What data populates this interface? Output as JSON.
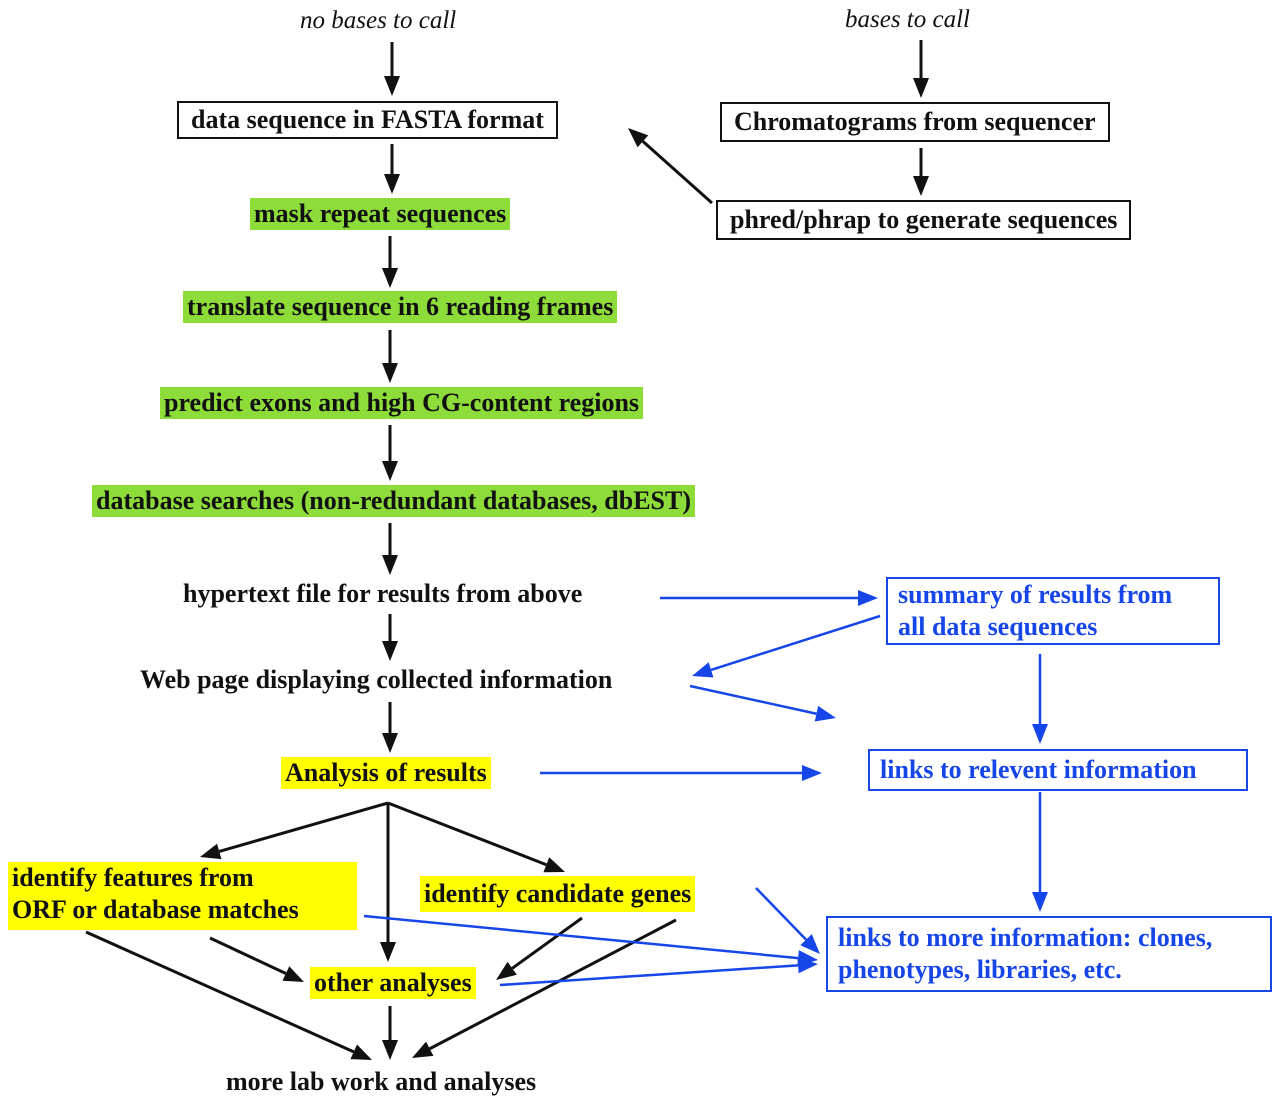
{
  "headers": {
    "left": "no bases to call",
    "right": "bases to call"
  },
  "nodes": {
    "fasta": "data sequence in FASTA format",
    "chromatograms": "Chromatograms from sequencer",
    "phred": "phred/phrap to generate sequences",
    "mask": "mask repeat sequences",
    "translate": "translate sequence in 6 reading frames",
    "predict": "predict exons and high CG-content regions",
    "dbsearch": "database searches (non-redundant databases, dbEST)",
    "hypertext": "hypertext file for results from above",
    "webpage": "Web page displaying collected information",
    "analysis": "Analysis of results",
    "features_line1": "identify features from",
    "features_line2": "ORF or database matches",
    "candidates": "identify candidate genes",
    "other": "other analyses",
    "labwork": "more lab work and analyses",
    "summary_line1": "summary of results from",
    "summary_line2": "all data sequences",
    "links_relevant": "links to relevent information",
    "links_more_line1": "links to more information: clones,",
    "links_more_line2": "phenotypes, libraries, etc."
  },
  "colors": {
    "arrow_black": "#111111",
    "arrow_blue": "#1746e8",
    "highlight_green": "#8ddc3a",
    "highlight_yellow": "#ffff00"
  }
}
